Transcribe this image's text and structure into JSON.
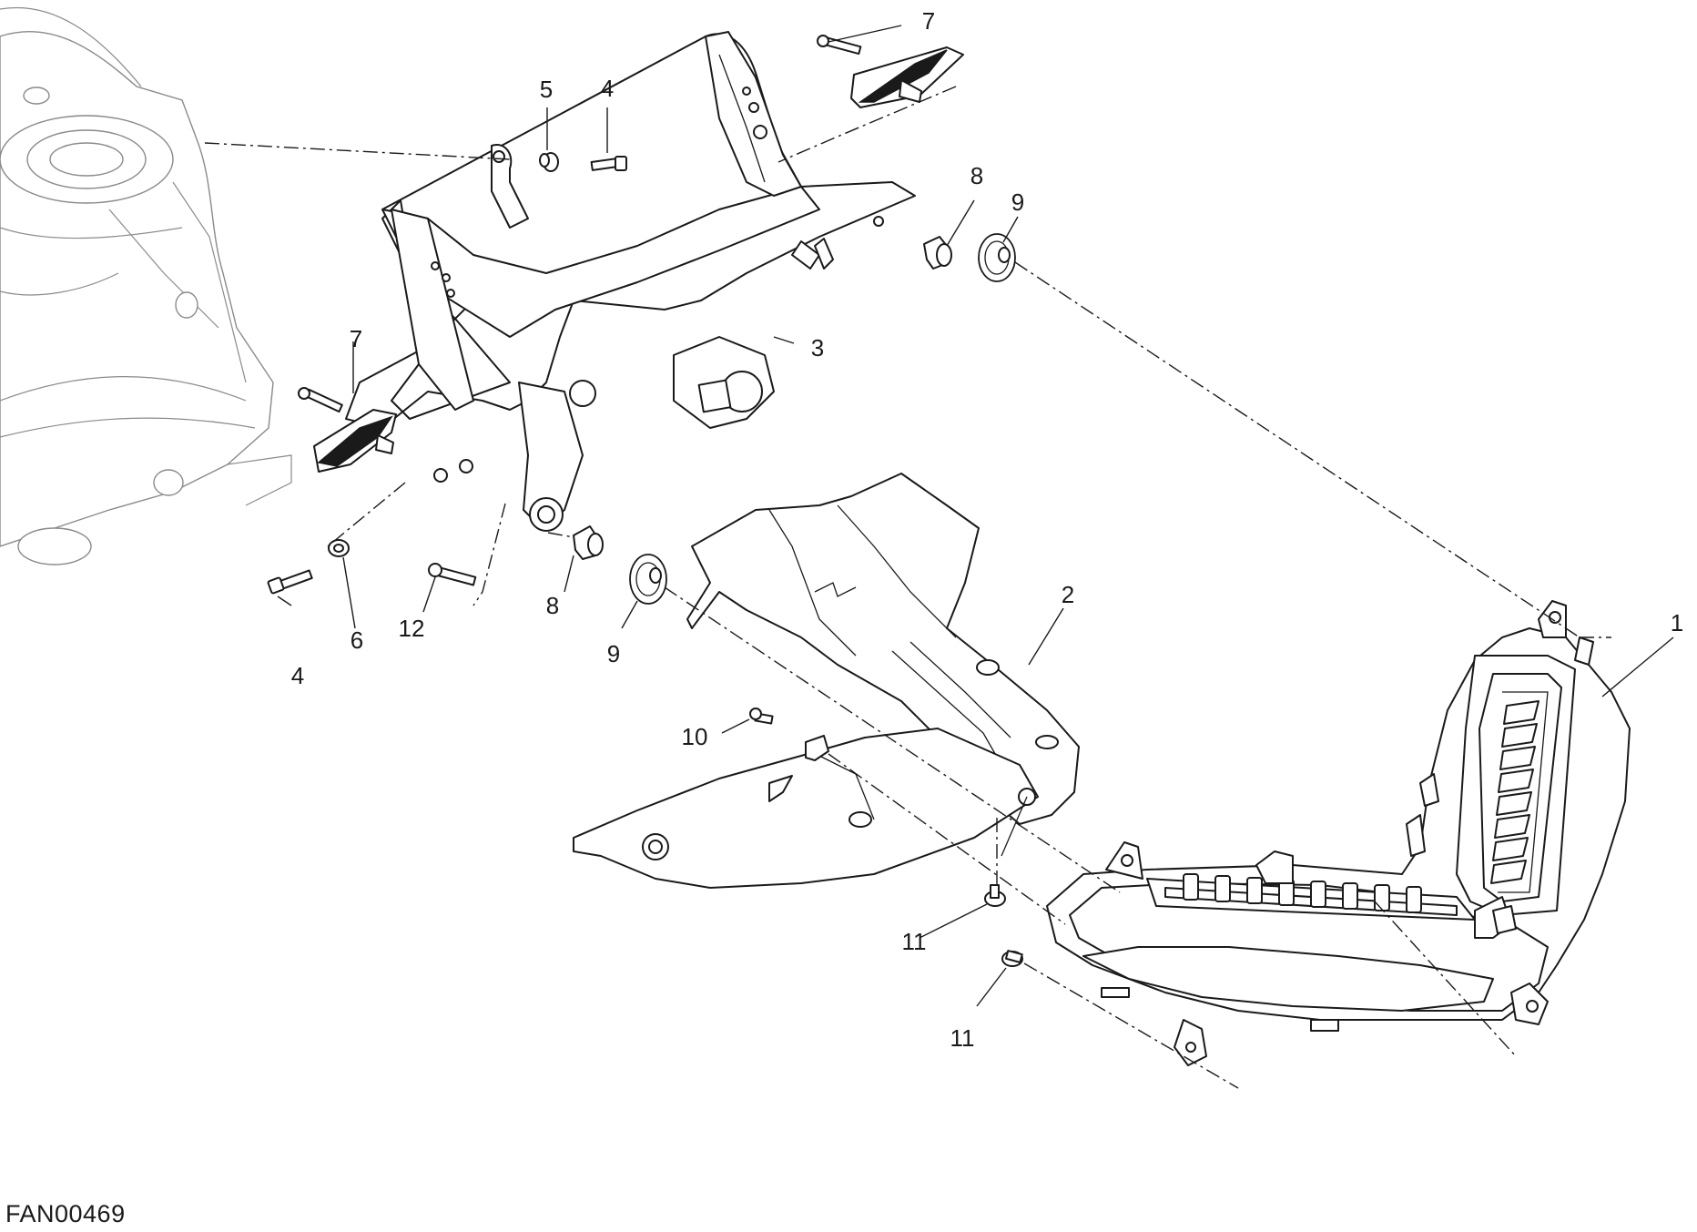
{
  "figure": {
    "code": "FAN00469"
  },
  "callouts": [
    {
      "id": "c1",
      "label": "1"
    },
    {
      "id": "c2",
      "label": "2"
    },
    {
      "id": "c3",
      "label": "3"
    },
    {
      "id": "c4a",
      "label": "4"
    },
    {
      "id": "c4b",
      "label": "4"
    },
    {
      "id": "c5",
      "label": "5"
    },
    {
      "id": "c6",
      "label": "6"
    },
    {
      "id": "c7a",
      "label": "7"
    },
    {
      "id": "c7b",
      "label": "7"
    },
    {
      "id": "c8a",
      "label": "8"
    },
    {
      "id": "c8b",
      "label": "8"
    },
    {
      "id": "c9a",
      "label": "9"
    },
    {
      "id": "c9b",
      "label": "9"
    },
    {
      "id": "c10",
      "label": "10"
    },
    {
      "id": "c11a",
      "label": "11"
    },
    {
      "id": "c11b",
      "label": "11"
    },
    {
      "id": "c12",
      "label": "12"
    }
  ]
}
